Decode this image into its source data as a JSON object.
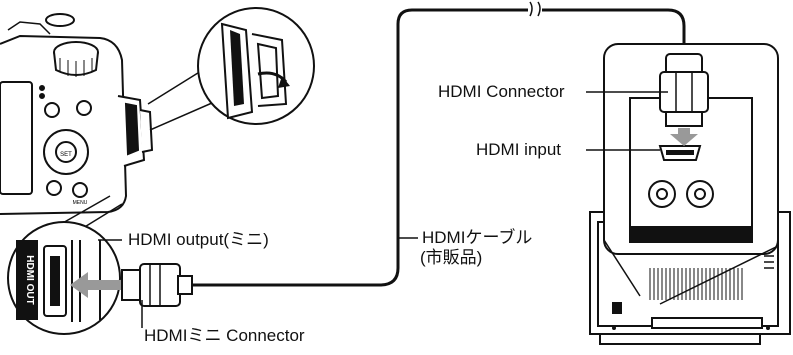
{
  "labels": {
    "hdmi_connector": "HDMI Connector",
    "hdmi_input": "HDMI input",
    "hdmi_output_mini": "HDMI output(ミニ)",
    "hdmi_cable_line1": "HDMIケーブル",
    "hdmi_cable_line2": "(市販品)",
    "hdmi_mini_connector": "HDMIミニ Connector"
  },
  "camera_markings": {
    "port_label": "HDMI OUT",
    "set_button": "SET",
    "menu_button": "MENU"
  },
  "colors": {
    "line": "#111111",
    "arrow": "#999999",
    "background": "#ffffff"
  }
}
